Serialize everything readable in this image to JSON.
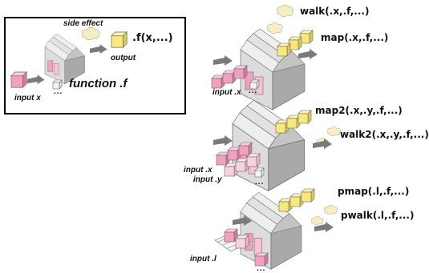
{
  "legend": {
    "side_effect": "side effect",
    "output": "output",
    "output_expr": ".f(x,...)",
    "function": "function .f",
    "input": "input x",
    "dots": "..."
  },
  "panel_walk_map": {
    "walk": "walk(.x,.f,...)",
    "map": "map(.x,.f,...)",
    "input": "input .x",
    "dots": "..."
  },
  "panel_map2_walk2": {
    "map2": "map2(.x,.y,.f,...)",
    "walk2": "walk2(.x,.y,.f,...)",
    "input_x": "input .x",
    "input_y": "input .y",
    "dots": "..."
  },
  "panel_pmap_pwalk": {
    "pmap": "pmap(.l,.f,...)",
    "pwalk": "pwalk(.l,.f,...)",
    "input": "input .l",
    "dots": "..."
  },
  "colors": {
    "input_cube": "#f39fc0",
    "output_cube": "#f7e97a",
    "factory_front": "#dcdcdc",
    "factory_side": "#a9a9a9",
    "arrow": "#777777",
    "cloud": "#f6eec2"
  }
}
